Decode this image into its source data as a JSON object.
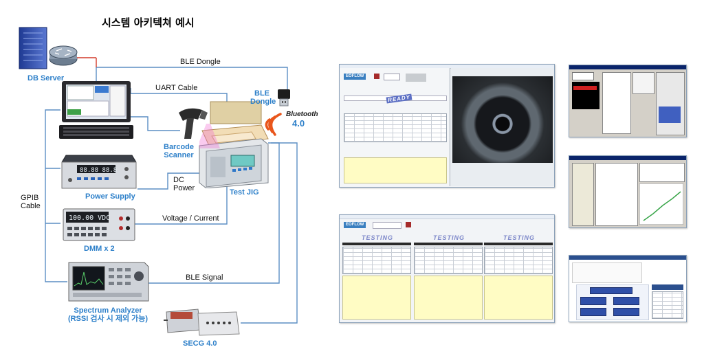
{
  "title": "시스템 아키텍쳐 예시",
  "labels": {
    "db_server": "DB Server",
    "ble_dongle_line": "BLE Dongle",
    "uart_cable": "UART Cable",
    "ble_dongle_device_1": "BLE",
    "ble_dongle_device_2": "Dongle",
    "bluetooth": "Bluetooth",
    "bluetooth_version": "4.0",
    "barcode_scanner_1": "Barcode",
    "barcode_scanner_2": "Scanner",
    "dc_power_1": "DC",
    "dc_power_2": "Power",
    "power_supply": "Power Supply",
    "test_jig": "Test JIG",
    "gpib_cable_1": "GPIB",
    "gpib_cable_2": "Cable",
    "voltage_current": "Voltage / Current",
    "dmm": "DMM x 2",
    "ble_signal": "BLE Signal",
    "spectrum_analyzer_1": "Spectrum Analyzer",
    "spectrum_analyzer_2": "(RSSI 검사 시 제외 가능)",
    "secg": "SECG 4.0"
  },
  "screens": {
    "logo": "EOFLOW",
    "ready": "READY",
    "testing": "TESTING"
  },
  "colors": {
    "connector_line": "#5b8ec4",
    "label_blue": "#2c7fc9",
    "db_link": "#d23a2a"
  }
}
